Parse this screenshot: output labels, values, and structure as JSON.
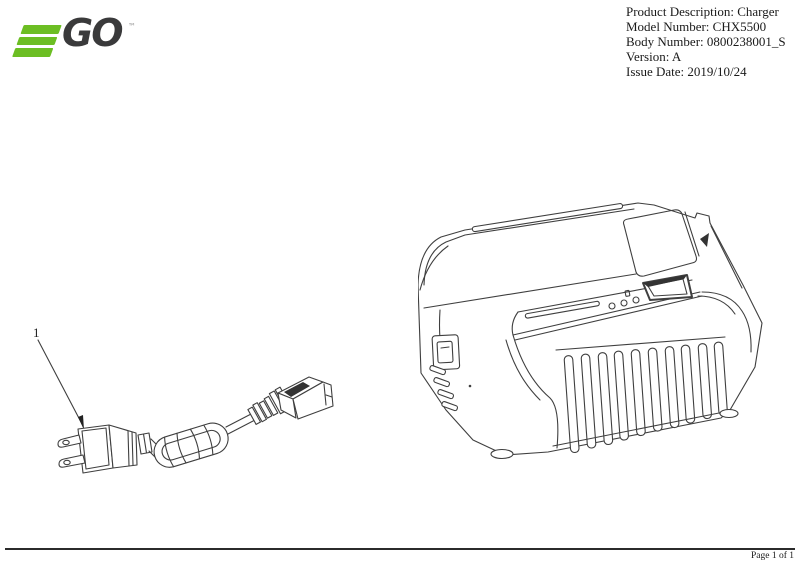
{
  "logo": {
    "brand": "EGO",
    "go_text": "GO",
    "trademark": "™",
    "green": "#6cbe23",
    "dark": "#3a3a3b"
  },
  "product_info": {
    "lines": [
      "Product Description: Charger",
      "Model Number: CHX5500",
      "Body Number: 0800238001_S",
      "Version: A",
      "Issue Date: 2019/10/24"
    ]
  },
  "diagram": {
    "callouts": [
      {
        "number": "1"
      }
    ]
  },
  "footer": {
    "page_label": "Page 1 of 1"
  }
}
